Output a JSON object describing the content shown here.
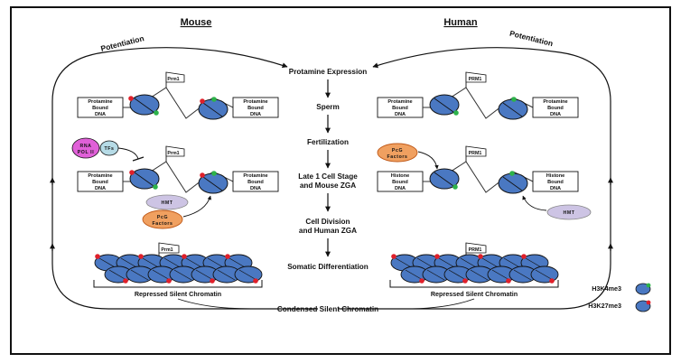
{
  "titles": {
    "left": "Mouse",
    "right": "Human"
  },
  "potentiation": {
    "left": "Potentiation",
    "right": "Potentiation"
  },
  "steps": {
    "protamine_expression": "Protamine Expression",
    "sperm": "Sperm",
    "fertilization": "Fertilization",
    "late1_line1": "Late 1 Cell Stage",
    "late1_line2": "and Mouse ZGA",
    "division_line1": "Cell Division",
    "division_line2": "and Human ZGA",
    "somatic": "Somatic Differentiation",
    "condensed": "Condensed Silent Chromatin"
  },
  "mouse": {
    "row1": {
      "left_box": [
        "Protamine",
        "Bound",
        "DNA"
      ],
      "flag": "Prm1",
      "right_box": [
        "Protamine",
        "Bound",
        "DNA"
      ]
    },
    "row2": {
      "left_box": [
        "Protamine",
        "Bound",
        "DNA"
      ],
      "flag": "Prm1",
      "right_box": [
        "Protamine",
        "Bound",
        "DNA"
      ],
      "rna_pol": [
        "RNA",
        "POL II"
      ],
      "tfs": "TFs",
      "hmt": "HMT",
      "pcg": [
        "PcG",
        "Factors"
      ]
    },
    "row3": {
      "flag": "Prm1",
      "repressed": "Repressed Silent Chromatin"
    }
  },
  "human": {
    "row1": {
      "left_box": [
        "Protamine",
        "Bound",
        "DNA"
      ],
      "flag": "PRM1",
      "right_box": [
        "Protamine",
        "Bound",
        "DNA"
      ]
    },
    "row2": {
      "left_box": [
        "Histone",
        "Bound",
        "DNA"
      ],
      "flag": "PRM1",
      "right_box": [
        "Histone",
        "Bound",
        "DNA"
      ],
      "pcg": [
        "PcG",
        "Factors"
      ],
      "hmt": "HMT"
    },
    "row3": {
      "flag": "PRM1",
      "repressed": "Repressed Silent Chromatin"
    }
  },
  "legend": {
    "h3k4": "H3K4me3",
    "h3k27": "H3K27me3"
  },
  "colors": {
    "nucleosome": "#4a78c2",
    "h3k4me3": "#2db34a",
    "h3k27me3": "#e0202a",
    "pcg": "#f0a060",
    "hmt": "#cdc4e4",
    "tfs": "#b6dbe6",
    "rnapol": "#e060d8"
  }
}
